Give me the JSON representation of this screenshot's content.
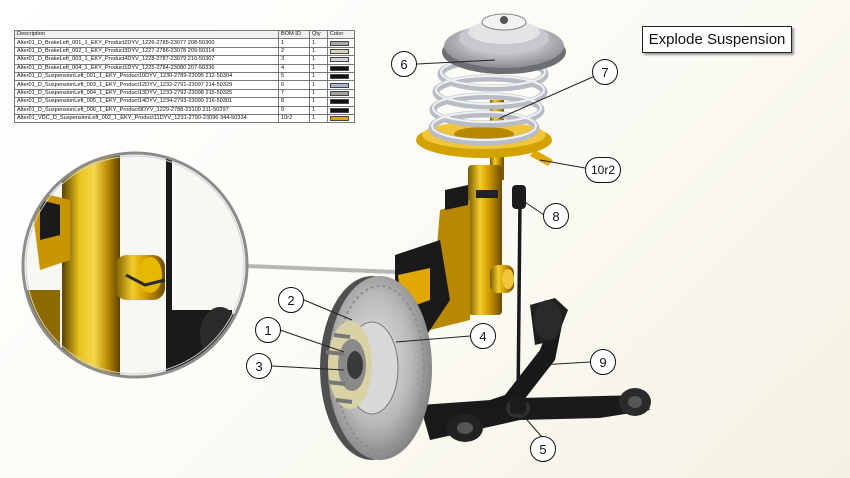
{
  "bom": {
    "headers": {
      "description": "Description",
      "bom_id": "BOM ID",
      "qty": "Qty",
      "color": "Color"
    },
    "rows": [
      {
        "description": "Alter01_D_BrakeLeft_001_1_EKY_Product2DYV_1226-2785-23077 208-50300",
        "bom_id": "1",
        "qty": "1",
        "color": "#a8a8a8"
      },
      {
        "description": "Alter01_D_BrakeLeft_002_1_EKY_Product3DYV_1227-2786-23078 209-50314",
        "bom_id": "2",
        "qty": "1",
        "color": "#dcd6b2"
      },
      {
        "description": "Alter01_D_BrakeLeft_003_1_EKY_Product4DYV_1228-2787-23079 210-50307",
        "bom_id": "3",
        "qty": "1",
        "color": "#d6d6d6"
      },
      {
        "description": "Alter01_D_BrakeLeft_004_1_EKY_Product1DYV_1225-2784-23080 207-50336",
        "bom_id": "4",
        "qty": "1",
        "color": "#111111"
      },
      {
        "description": "Alter01_D_SuspensionLeft_001_1_EKY_Product10DYV_1230-2789-23095 212-50304",
        "bom_id": "5",
        "qty": "1",
        "color": "#111111"
      },
      {
        "description": "Alter01_D_SuspensionLeft_003_1_EKY_Product12DYV_1232-2791-23097 214-50329",
        "bom_id": "6",
        "qty": "1",
        "color": "#aab4d4"
      },
      {
        "description": "Alter01_D_SuspensionLeft_004_1_EKY_Product13DYV_1233-2792-23098 215-50325",
        "bom_id": "7",
        "qty": "1",
        "color": "#a0a4a0"
      },
      {
        "description": "Alter01_D_SuspensionLeft_005_1_EKY_Product14DYV_1234-2793-23099 216-50301",
        "bom_id": "8",
        "qty": "1",
        "color": "#111111"
      },
      {
        "description": "Alter01_D_SuspensionLeft_006_1_EKY_Product9DYV_1229-2788-23100 211-50297",
        "bom_id": "9",
        "qty": "1",
        "color": "#111111"
      },
      {
        "description": "Alter01_VDC_D_SuspensionLeft_002_1_EKY_Product11DYV_1231-2790-23096 344-50334",
        "bom_id": "10r2",
        "qty": "1",
        "color": "#e0a800"
      }
    ]
  },
  "explode_button": {
    "label": "Explode Suspension"
  },
  "callouts": {
    "c1": "1",
    "c2": "2",
    "c3": "3",
    "c4": "4",
    "c5": "5",
    "c6": "6",
    "c7": "7",
    "c8": "8",
    "c9": "9",
    "c10": "10r2"
  },
  "colors": {
    "strut_gold": "#d9a800",
    "coil_spring": "#b8bcc4",
    "control_arm": "#141414",
    "brake_disc": "#c4c4c4"
  }
}
